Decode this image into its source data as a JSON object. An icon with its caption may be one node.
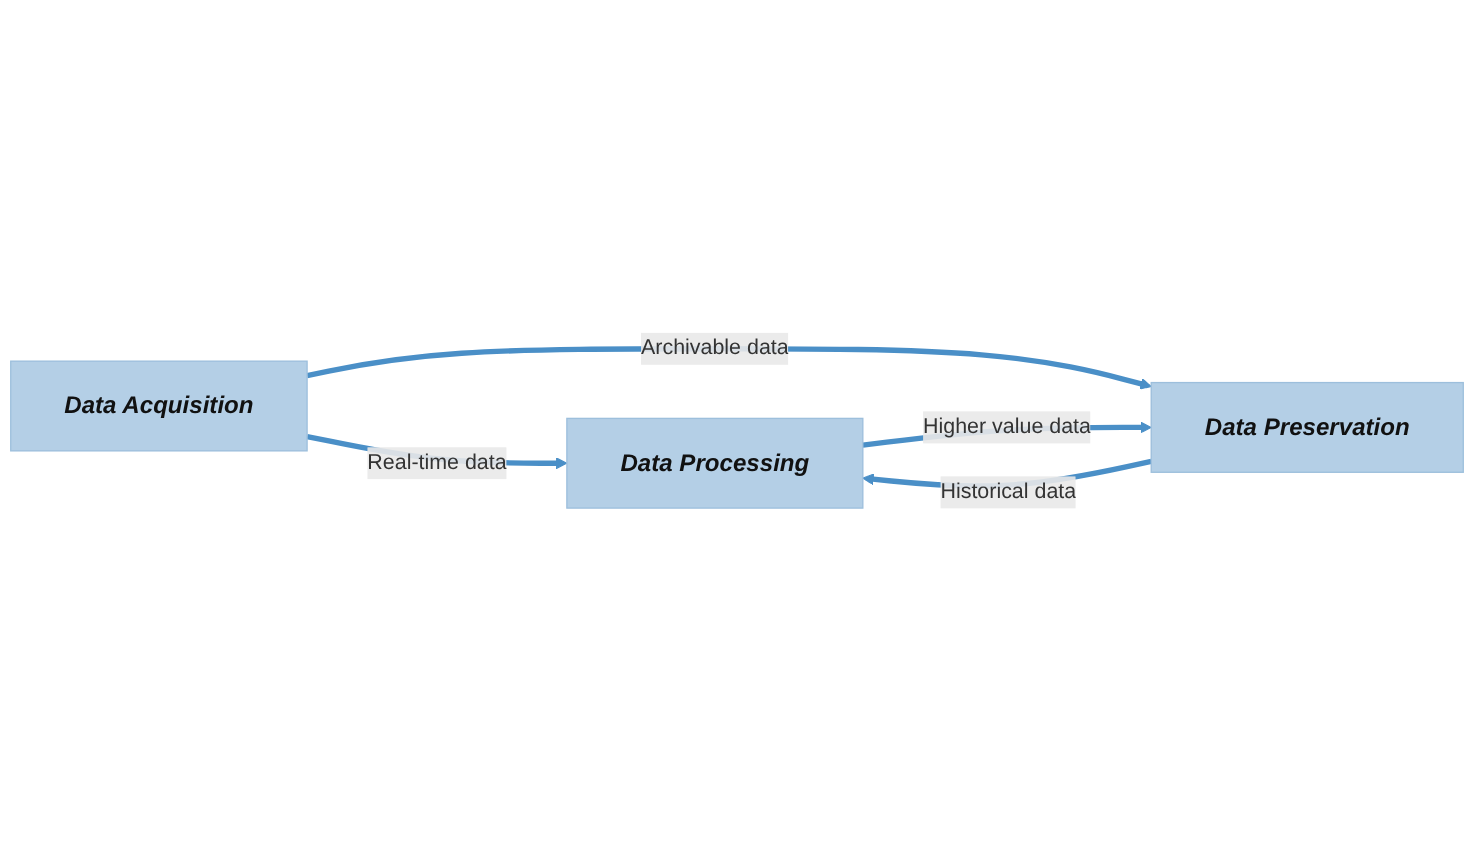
{
  "diagram": {
    "nodes": [
      {
        "text": [
          "Data Acquisition"
        ]
      },
      {
        "text": [
          "Data Processing"
        ]
      },
      {
        "text": [
          "Data Preservation"
        ]
      }
    ],
    "edges": [
      {
        "from": 0,
        "to": 1,
        "arrow": "to",
        "label": "Real-time data"
      },
      {
        "from": 0,
        "to": 2,
        "arrow": "to",
        "label": "Archivable data"
      },
      {
        "from": 1,
        "to": 2,
        "arrow": "to",
        "label": "Higher value data"
      },
      {
        "from": 2,
        "to": 1,
        "arrow": "to",
        "label": "Historical data"
      }
    ]
  }
}
